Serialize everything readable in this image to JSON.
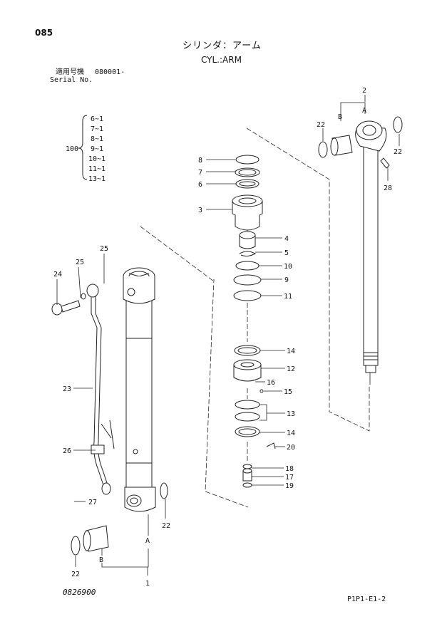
{
  "header": {
    "page_number": "085",
    "title_jp": "シリンダ：アーム",
    "title_en": "CYL.:ARM",
    "serial_label_jp": "適用号機",
    "serial_number": "080001-",
    "serial_label_en": "Serial No."
  },
  "group": {
    "number": "100",
    "members": [
      "6~1",
      "7~1",
      "8~1",
      "9~1",
      "10~1",
      "11~1",
      "13~1"
    ]
  },
  "callouts": {
    "c1": "1",
    "c2": "2",
    "c3": "3",
    "c4": "4",
    "c5": "5",
    "c6": "6",
    "c7": "7",
    "c8": "8",
    "c9": "9",
    "c10": "10",
    "c11": "11",
    "c12": "12",
    "c13": "13",
    "c14a": "14",
    "c14b": "14",
    "c15": "15",
    "c16": "16",
    "c17": "17",
    "c18": "18",
    "c19": "19",
    "c20": "20",
    "c22a": "22",
    "c22b": "22",
    "c22c": "22",
    "c22d": "22",
    "c23": "23",
    "c24": "24",
    "c25": "25",
    "c26": "26",
    "c27": "27",
    "c28": "28",
    "letter_A1": "A",
    "letter_A2": "A",
    "letter_B1": "B",
    "letter_B2": "B"
  },
  "footer": {
    "drawing_code": "0826900",
    "sheet_code": "P1P1-E1-2"
  }
}
